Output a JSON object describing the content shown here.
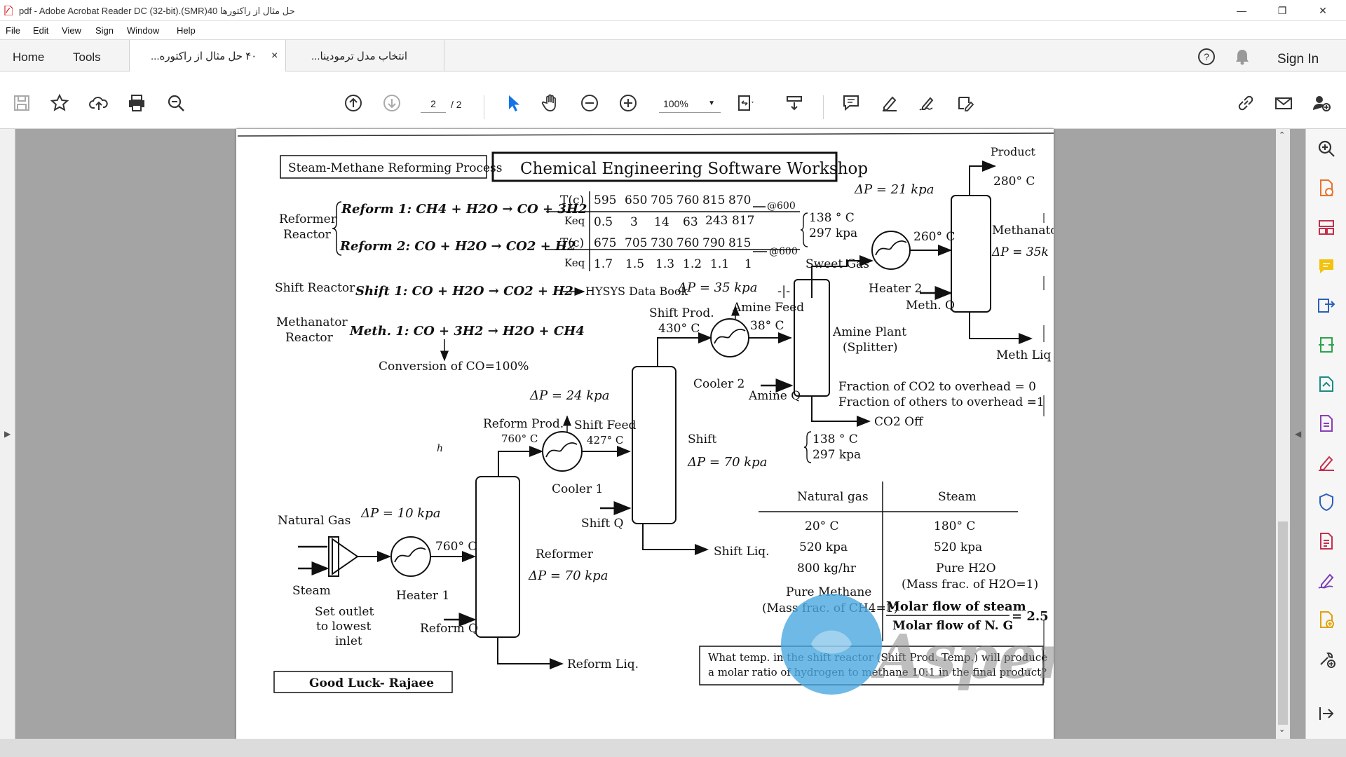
{
  "window": {
    "title": "حل مثال از راکتورها 40(SMR).pdf - Adobe Acrobat Reader DC (32-bit)"
  },
  "menu": [
    "File",
    "Edit",
    "View",
    "Sign",
    "Window",
    "Help"
  ],
  "nav": {
    "home": "Home",
    "tools": "Tools",
    "sign_in": "Sign In"
  },
  "tabs": [
    {
      "label": "۴۰ حل مثال از راکتوره...",
      "close": "×"
    },
    {
      "label": "انتخاب مدل ترمودینا..."
    }
  ],
  "toolbar": {
    "page_current": "2",
    "page_total": "/ 2",
    "zoom": "100%"
  },
  "doc": {
    "header_left": "Steam-Methane Reforming Process",
    "header_main": "Chemical Engineering Software Workshop",
    "reformer_label": "Reformer Reactor",
    "reform1": "Reform 1: CH4 + H2O → CO + 3H2",
    "reform2": "Reform 2: CO + H2O → CO2 + H2",
    "t_row1": [
      "T(c)",
      "595",
      "650",
      "705",
      "760",
      "815",
      "870"
    ],
    "k_row1": [
      "Keq",
      "0.5",
      "3",
      "14",
      "63",
      "243",
      "817"
    ],
    "t_row2": [
      "T(c)",
      "675",
      "705",
      "730",
      "760",
      "790",
      "815"
    ],
    "k_row2": [
      "Keq",
      "1.7",
      "1.5",
      "1.3",
      "1.2",
      "1.1",
      "1"
    ],
    "at600a": "@600",
    "at600b": "@600",
    "shift_reactor": "Shift Reactor",
    "shift1": "Shift 1: CO + H2O → CO2 + H2",
    "hysys": "HYSYS Data Book",
    "dp35": "ΔP = 35 kpa",
    "meth_reactor": "Methanator Reactor",
    "meth1": "Meth. 1: CO + 3H2 → H2O + CH4",
    "conversion": "Conversion of CO=100%",
    "dp21": "ΔP = 21 kpa",
    "dp24": "ΔP = 24 kpa",
    "dp10": "ΔP = 10 kpa",
    "dp70a": "ΔP = 70 kpa",
    "dp70b": "ΔP = 70 kpa",
    "dp35k": "ΔP = 35k",
    "product": "Product",
    "t280": "280° C",
    "methanator": "Methanato",
    "t138a": "138 ° C",
    "p297a": "297 kpa",
    "t260": "260° C",
    "sweet_gas": "Sweet Gas",
    "heater2": "Heater 2",
    "meth_q": "Meth. Q",
    "meth_liq": "Meth Liq",
    "shift_prod": "Shift Prod.",
    "t430": "430° C",
    "amine_feed": "Amine Feed",
    "t38": "38° C",
    "amine_plant": "Amine Plant",
    "splitter": "(Splitter)",
    "cooler2": "Cooler 2",
    "amine_q": "Amine Q",
    "frac_co2": "Fraction of CO2 to overhead = 0",
    "frac_others": "Fraction of others to overhead =1",
    "co2_off": "CO2 Off",
    "t138b": "138 ° C",
    "p297b": "297 kpa",
    "reform_prod": "Reform Prod.",
    "t760a": "760° C",
    "shift_feed": "Shift Feed",
    "t427": "427° C",
    "shift": "Shift",
    "cooler1": "Cooler 1",
    "shift_q": "Shift Q",
    "shift_liq": "Shift Liq.",
    "natural_gas": "Natural Gas",
    "steam": "Steam",
    "t760b": "760° C",
    "heater1": "Heater 1",
    "reformer": "Reformer",
    "set_outlet": "Set outlet",
    "to_lowest": "to lowest",
    "inlet": "inlet",
    "reform_q": "Reform Q",
    "reform_liq": "Reform Liq.",
    "good_luck": "Good Luck- Rajaee",
    "tbl_ng": "Natural gas",
    "tbl_steam": "Steam",
    "ng_vals": [
      "20° C",
      "520 kpa",
      "800 kg/hr",
      "Pure Methane",
      "(Mass frac. of  CH4=1)"
    ],
    "st_vals": [
      "180° C",
      "520 kpa",
      "Pure H2O",
      "(Mass frac. of  H2O=1)"
    ],
    "ratio_num": "Molar flow of steam",
    "ratio_den": "Molar flow of N. G",
    "ratio_val": "= 2.5",
    "question": "What temp. in the shift reactor (Shift Prod. Temp.) will produce a molar ratio of hydrogen to methane 10:1 in the final product?",
    "question_l1": "What temp. in the shift reactor (Shift Prod. Temp.) will produce",
    "question_l2": "a molar ratio of hydrogen to methane 10:1 in the final product?",
    "watermark": "AspenTeach"
  }
}
